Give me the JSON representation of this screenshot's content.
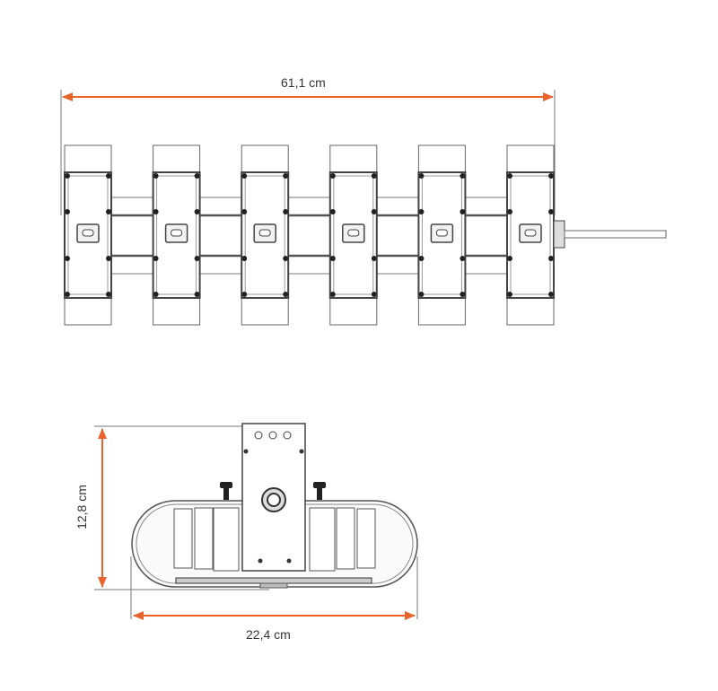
{
  "top_view": {
    "width_label": "61,1 cm",
    "module_count": 6
  },
  "side_view": {
    "height_label": "12,8 cm",
    "width_label": "22,4 cm"
  },
  "colors": {
    "dimension": "#e8642c",
    "line": "#555555",
    "fill": "#f7f7f7"
  }
}
